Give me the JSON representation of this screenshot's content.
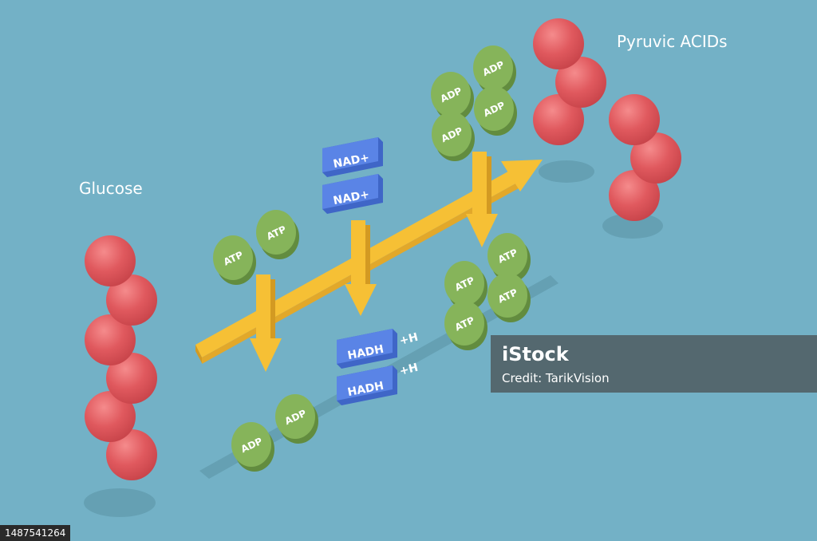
{
  "labels": {
    "glucose": "Glucose",
    "pyruvic": "Pyruvic ACIDs"
  },
  "molecules": {
    "atp_input": [
      "ATP",
      "ATP"
    ],
    "adp_output": [
      "ADP",
      "ADP"
    ],
    "nad_input": [
      "NAD+",
      "NAD+"
    ],
    "nadh_output": [
      "HADH",
      "HADH"
    ],
    "nadh_suffix": [
      "+H",
      "+H"
    ],
    "adp_input": [
      "ADP",
      "ADP",
      "ADP",
      "ADP"
    ],
    "atp_output": [
      "ATP",
      "ATP",
      "ATP",
      "ATP"
    ]
  },
  "watermark": {
    "brand": "iStock",
    "credit": "Credit: TarikVision"
  },
  "image_id": "1487541264",
  "colors": {
    "background": "#73b1c6",
    "sphere": "#e0595e",
    "coin_green": "#86b45a",
    "nad_blue": "#5a84e6",
    "arrow_yellow": "#f6c035"
  }
}
